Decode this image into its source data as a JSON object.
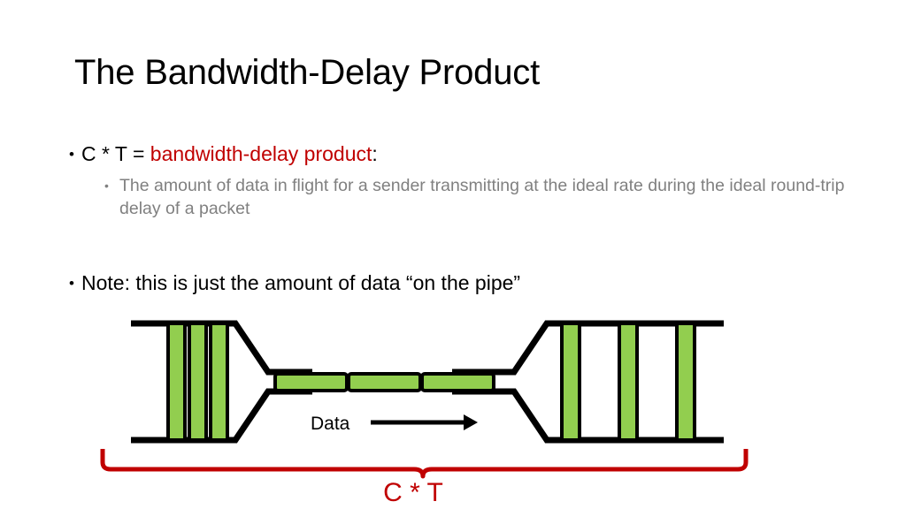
{
  "slide": {
    "title": "The Bandwidth-Delay Product",
    "background_color": "#FFFFFF"
  },
  "colors": {
    "accent_red": "#C00000",
    "packet_green": "#92CE4F",
    "packet_green_dark": "#7FB93C",
    "body_gray": "#808080",
    "line_black": "#000000"
  },
  "body": {
    "bullet1": {
      "marker": "•",
      "text_before": "C * T = ",
      "highlight": "bandwidth-delay product",
      "text_after": ":",
      "sub_bullets": [
        {
          "marker": "•",
          "text": "The amount of data in flight for a sender transmitting at the ideal rate during the ideal round-trip delay of a packet"
        }
      ]
    },
    "bullet2": {
      "marker": "•",
      "text": "Note: this is just the amount of data “on the pipe”"
    }
  },
  "diagram": {
    "data_flow_label": "Data",
    "arrow_icon": "right-arrow",
    "bracket_label": "C * T",
    "bracket_color": "#C00000",
    "left_pipe": {
      "description": "wide pipe with queued packets",
      "packet_count": 3
    },
    "middle_pipe": {
      "description": "narrow link carrying packets in flight",
      "packet_count": 3
    },
    "right_pipe": {
      "description": "wide pipe with spaced packets",
      "packet_count": 3
    }
  }
}
